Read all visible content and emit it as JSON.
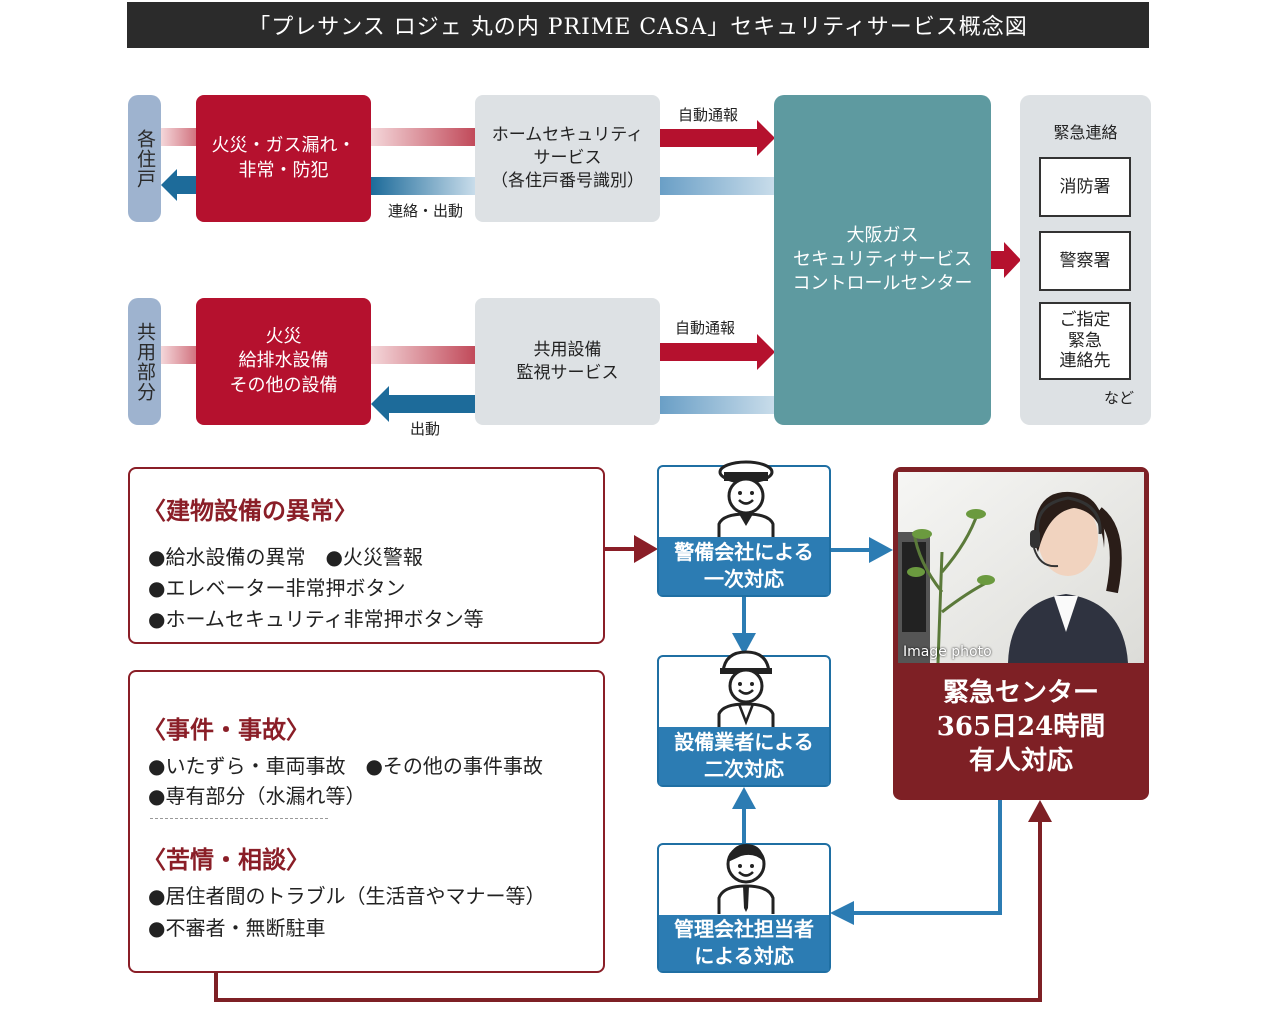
{
  "title": "「プレサンス ロジェ 丸の内 PRIME CASA」セキュリティサービス概念図",
  "top_section": {
    "row1": {
      "side_label": "各住戸",
      "event": "火災・ガス漏れ・\n非常・防犯",
      "service": "ホームセキュリティ\nサービス\n（各住戸番号識別）",
      "auto_report": "自動通報",
      "response": "連絡・出動"
    },
    "row2": {
      "side_label": "共用部分",
      "event": "火災\n給排水設備\nその他の設備",
      "service": "共用設備\n監視サービス",
      "auto_report": "自動通報",
      "response": "出動"
    },
    "control_center": "大阪ガス\nセキュリティサービス\nコントロールセンター",
    "emergency": {
      "heading": "緊急連絡",
      "items": [
        "消防署",
        "警察署",
        "ご指定\n緊急\n連絡先"
      ],
      "note": "など"
    }
  },
  "bottom_section": {
    "building": {
      "title": "〈建物設備の異常〉",
      "lines": [
        "●給水設備の異常　●火災警報",
        "●エレベーター非常押ボタン",
        "●ホームセキュリティ非常押ボタン等"
      ]
    },
    "incident": {
      "title": "〈事件・事故〉",
      "lines": [
        "●いたずら・車両事故　●その他の事件事故",
        "●専有部分（水漏れ等）"
      ]
    },
    "complaint": {
      "title": "〈苦情・相談〉",
      "lines": [
        "●居住者間のトラブル（生活音やマナー等）",
        "●不審者・無断駐車"
      ]
    },
    "cards": [
      {
        "label": "警備会社による\n一次対応"
      },
      {
        "label": "設備業者による\n二次対応"
      },
      {
        "label": "管理会社担当者\nによる対応"
      }
    ],
    "center": {
      "image_caption": "Image photo",
      "label": "緊急センター\n365日24時間\n有人対応"
    }
  },
  "colors": {
    "crimson": "#b5112e",
    "maroon": "#7e2025",
    "teal": "#5e9aa0",
    "blue": "#2c7cb3",
    "light_blue": "#9eb3cf",
    "gray": "#dde1e4"
  }
}
